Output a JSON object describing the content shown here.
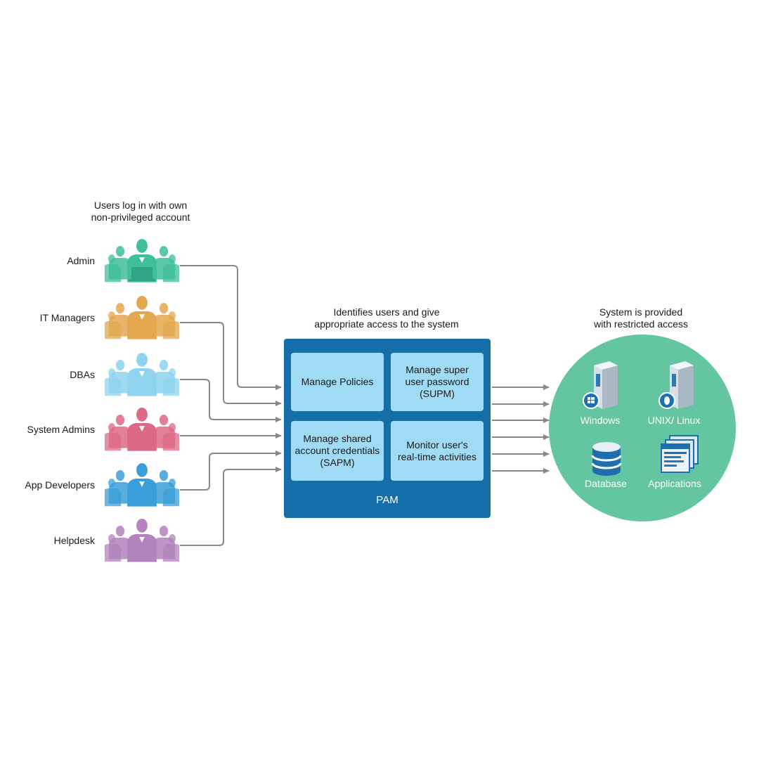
{
  "captions": {
    "users": "Users log in with own\nnon-privileged account",
    "pam": "Identifies users and give\nappropriate access to the system",
    "system": "System is provided\nwith restricted access"
  },
  "user_groups": [
    {
      "label": "Admin",
      "color": "#3fbf9b",
      "icon": "admin-group-icon"
    },
    {
      "label": "IT Managers",
      "color": "#e3a84f",
      "icon": "it-managers-group-icon"
    },
    {
      "label": "DBAs",
      "color": "#8fd3ee",
      "icon": "dbas-group-icon"
    },
    {
      "label": "System Admins",
      "color": "#dc6a86",
      "icon": "system-admins-group-icon"
    },
    {
      "label": "App Developers",
      "color": "#3a9fd8",
      "icon": "app-developers-group-icon"
    },
    {
      "label": "Helpdesk",
      "color": "#b383bd",
      "icon": "helpdesk-group-icon"
    }
  ],
  "pam": {
    "title": "PAM",
    "cells": [
      "Manage Policies",
      "Manage super\nuser password\n(SUPM)",
      "Manage shared\naccount credentials\n(SAPM)",
      "Monitor user's\nreal-time activities"
    ],
    "box_color": "#156ea8",
    "cell_color": "#9fdbf5"
  },
  "systems": {
    "circle_color": "#63c6a1",
    "items": [
      {
        "label": "Windows",
        "icon": "windows-server-icon"
      },
      {
        "label": "UNIX/ Linux",
        "icon": "linux-server-icon"
      },
      {
        "label": "Database",
        "icon": "database-icon"
      },
      {
        "label": "Applications",
        "icon": "applications-icon"
      }
    ]
  },
  "wire_color": "#888888"
}
